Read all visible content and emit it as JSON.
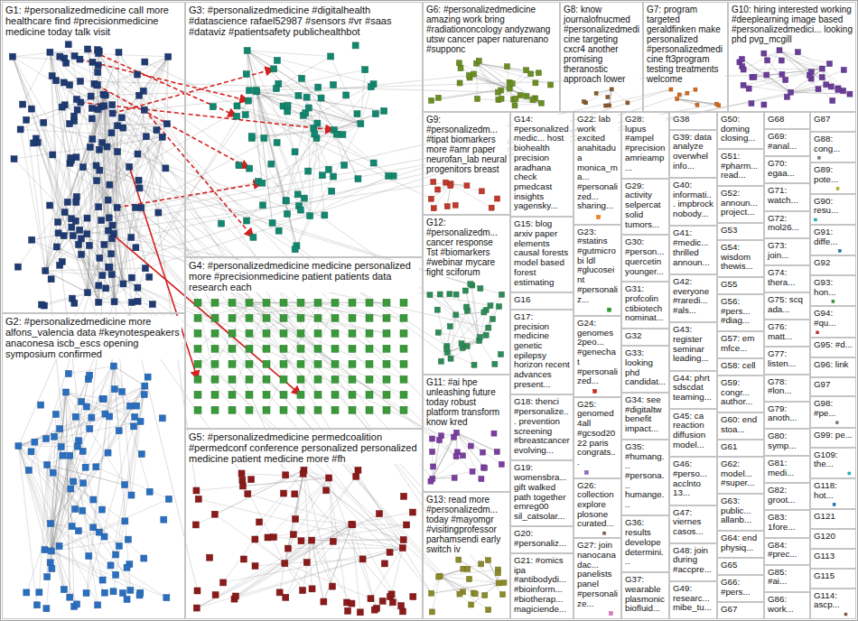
{
  "diagram": {
    "nodes": [
      {
        "text": [
          "G1: #personalizedmedicine call more healthcare find #precisionmedicine medicine today talk visit"
        ]
      },
      {
        "text": [
          "G2: #personalizedmedicine more alfons_valencia data #keynotespeakers anaconesa iscb_escs opening symposium confirmed"
        ]
      },
      {
        "text": [
          "G3: #personalizedmedicine #digitalhealth #datascience rafael52987 #sensors #vr #saas #dataviz #patientsafety publichealthbot"
        ]
      },
      {
        "text": [
          "G4: #personalizedmedicine medicine personalized more #precisionmedicine patient patients data research each"
        ]
      },
      {
        "text": [
          "G5: #personalizedmedicine permedcoalition #permedconf conference personalized personalized medicine patient medicine more #fh"
        ]
      },
      {
        "text": [
          "G6: #personalizedmedicine amazing work bring #radiationoncology andyzwang utsw cancer paper naturenano #supponc"
        ]
      },
      {
        "text": [
          "G7: program targeted geraldfinken make personalized #personalizedmedicine ft3program testing treatments welcome"
        ]
      },
      {
        "text": [
          "G8: know journalofnucmed #personalizedmedicine targeting cxcr4 another promising theranostic approach lower"
        ]
      },
      {
        "text": [
          "G9: #personalizedm... #tipat biomarkers more #amr paper neurofan_lab neural progenitors breast"
        ]
      },
      {
        "text": [
          "G10: hiring interested working #deeplearning image based #personalizedmedici... looking phd pvg_mcgill"
        ]
      },
      {
        "text": [
          "G11: #ai hpe unleashing future today robust platform transform know kred"
        ]
      },
      {
        "text": [
          "G12: #personalizedm... cancer response Tst #biomarkers #webinar mycare fight sciforum"
        ]
      },
      {
        "text": [
          "G13: read more #personalizedm... today #mayomgr #visitingprofessor parhamsendi early switch iv"
        ]
      },
      {
        "text": [
          "G14: #personalizedmedic... host biohealth precision aradhana check pmedcast insights yagensky..."
        ]
      },
      {
        "text": [
          "G15: blog arxiv paper elements causal forests model based forest estimating"
        ]
      },
      {
        "text": [
          "G16"
        ]
      },
      {
        "text": [
          "G17: precision medicine genetic epilepsy horizon recent advances present..."
        ]
      },
      {
        "text": [
          "G18: thenci #personalize... prevention screening #breastcancer evolving..."
        ]
      },
      {
        "text": [
          "G19: womensbra... gift walked path together emreg00 sil_catsolar..."
        ]
      },
      {
        "text": [
          "G20: #personaliz..."
        ]
      },
      {
        "text": [
          "G21: #omics ipa #antibodydi... #bioinform... #biotherap... magiciende..."
        ]
      },
      {
        "text": [
          "G22: lab work excited anahitadua monica_ma... #personalized... sharing..."
        ]
      },
      {
        "text": [
          "G23: #statins #gutmicrobi ldl #glucoseint #personaliz..."
        ]
      },
      {
        "text": [
          "G24: genomes2peo... #genechat #personalized..."
        ]
      },
      {
        "text": [
          "G25: genomed4all #gcsod2022 paris congrats..."
        ]
      },
      {
        "text": [
          "G26: collection explore plosone curated..."
        ]
      },
      {
        "text": [
          "G27: join nanocanadac... panelists panel #personalize..."
        ]
      },
      {
        "text": [
          "G28: lupus #ampel #precision amrieamp..."
        ]
      },
      {
        "text": [
          "G29: activity selpercat solid tumors..."
        ]
      },
      {
        "text": [
          "G30: #person... quercetin younger..."
        ]
      },
      {
        "text": [
          "G31: profcolin ctibiotech nominat..."
        ]
      },
      {
        "text": [
          "G32"
        ]
      },
      {
        "text": [
          "G33: looking phd candidat..."
        ]
      },
      {
        "text": [
          "G34: see #digitaltw benefit impact..."
        ]
      },
      {
        "text": [
          "G35: #humang... #persona... humange..."
        ]
      },
      {
        "text": [
          "G36: results develope determini..."
        ]
      },
      {
        "text": [
          "G37: wearable plasmonic biofluid..."
        ]
      },
      {
        "text": [
          "G38"
        ]
      },
      {
        "text": [
          "G39: data analyze overwhel info..."
        ]
      },
      {
        "text": [
          "G40: informati... impbrock nobody..."
        ]
      },
      {
        "text": [
          "G41: #medic... thrilled announ..."
        ]
      },
      {
        "text": [
          "G42: everyone #raredi... #als..."
        ]
      },
      {
        "text": [
          "G43: register seminar leading..."
        ]
      },
      {
        "text": [
          "G44: phrt sdscdat teaming..."
        ]
      },
      {
        "text": [
          "G45: ca reaction diffusion model..."
        ]
      },
      {
        "text": [
          "G46: #perso... acclnto 13..."
        ]
      },
      {
        "text": [
          "G47: viernes casos..."
        ]
      },
      {
        "text": [
          "G48: join during #accpre..."
        ]
      },
      {
        "text": [
          "G49: researc... mibe_tu..."
        ]
      },
      {
        "text": [
          "G50: doming closing..."
        ]
      },
      {
        "text": [
          "G51: #pharm... read..."
        ]
      },
      {
        "text": [
          "G52: announ... project..."
        ]
      },
      {
        "text": [
          "G53"
        ]
      },
      {
        "text": [
          "G54: wisdom thewis..."
        ]
      },
      {
        "text": [
          "G55"
        ]
      },
      {
        "text": [
          "G56: #pers... #diag..."
        ]
      },
      {
        "text": [
          "G57: em mfce..."
        ]
      },
      {
        "text": [
          "G58: cell"
        ]
      },
      {
        "text": [
          "G59: congr... author..."
        ]
      },
      {
        "text": [
          "G60: end stoa..."
        ]
      },
      {
        "text": [
          "G61"
        ]
      },
      {
        "text": [
          "G62: model... #super..."
        ]
      },
      {
        "text": [
          "G63: public... allanb..."
        ]
      },
      {
        "text": [
          "G64: end physiq..."
        ]
      },
      {
        "text": [
          "G65"
        ]
      },
      {
        "text": [
          "G66: #pers..."
        ]
      },
      {
        "text": [
          "G67"
        ]
      },
      {
        "text": [
          "G68"
        ]
      },
      {
        "text": [
          "G69: #anal..."
        ]
      },
      {
        "text": [
          "G70: egaa..."
        ]
      },
      {
        "text": [
          "G71: watch..."
        ]
      },
      {
        "text": [
          "G72: mol26..."
        ]
      },
      {
        "text": [
          "G73: join..."
        ]
      },
      {
        "text": [
          "G74: thera..."
        ]
      },
      {
        "text": [
          "G75: scq ada..."
        ]
      },
      {
        "text": [
          "G76: matt..."
        ]
      },
      {
        "text": [
          "G77: listen..."
        ]
      },
      {
        "text": [
          "G78: #lon..."
        ]
      },
      {
        "text": [
          "G79: anoth..."
        ]
      },
      {
        "text": [
          "G80: symp..."
        ]
      },
      {
        "text": [
          "G81: medi..."
        ]
      },
      {
        "text": [
          "G82: groot..."
        ]
      },
      {
        "text": [
          "G83: 1fore..."
        ]
      },
      {
        "text": [
          "G84: #prec..."
        ]
      },
      {
        "text": [
          "G85: #ai..."
        ]
      },
      {
        "text": [
          "G86: work..."
        ]
      },
      {
        "text": [
          "G87"
        ]
      },
      {
        "text": [
          "G88: cong..."
        ]
      },
      {
        "text": [
          "G89: pote..."
        ]
      },
      {
        "text": [
          "G90: resu..."
        ]
      },
      {
        "text": [
          "G91: diffe..."
        ]
      },
      {
        "text": [
          "G92"
        ]
      },
      {
        "text": [
          "G93: hon..."
        ]
      },
      {
        "text": [
          "G94: #qu..."
        ]
      },
      {
        "text": [
          "G95: #d..."
        ]
      },
      {
        "text": [
          "G96: link"
        ]
      },
      {
        "text": [
          "G97"
        ]
      },
      {
        "text": [
          "G98: #pe..."
        ]
      },
      {
        "text": [
          "G99: pe..."
        ]
      },
      {
        "text": [
          "G109: the..."
        ]
      },
      {
        "text": [
          "G118: hot..."
        ]
      },
      {
        "text": [
          "G121"
        ]
      },
      {
        "text": [
          "G120"
        ]
      },
      {
        "text": [
          "G113"
        ]
      },
      {
        "text": [
          "G115"
        ]
      },
      {
        "text": [
          "G114: ascp..."
        ]
      }
    ]
  }
}
